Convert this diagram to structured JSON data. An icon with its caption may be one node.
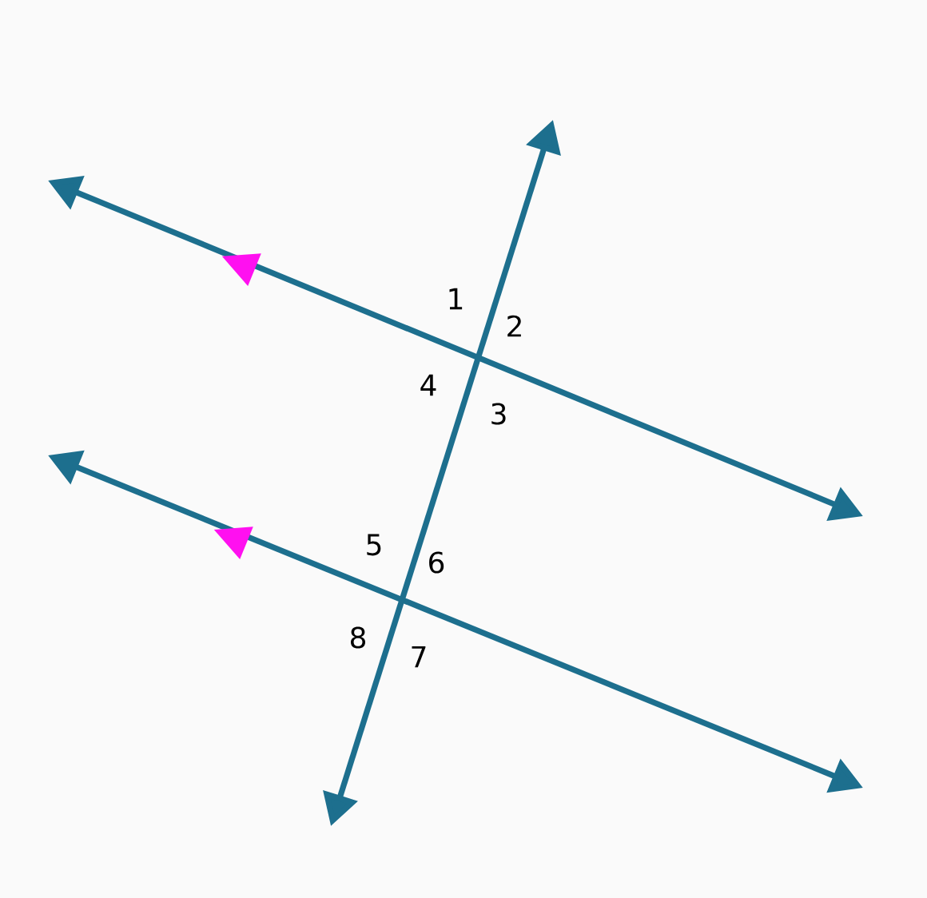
{
  "diagram": {
    "labels": [
      "1",
      "2",
      "4",
      "3",
      "5",
      "6",
      "8",
      "7"
    ]
  }
}
